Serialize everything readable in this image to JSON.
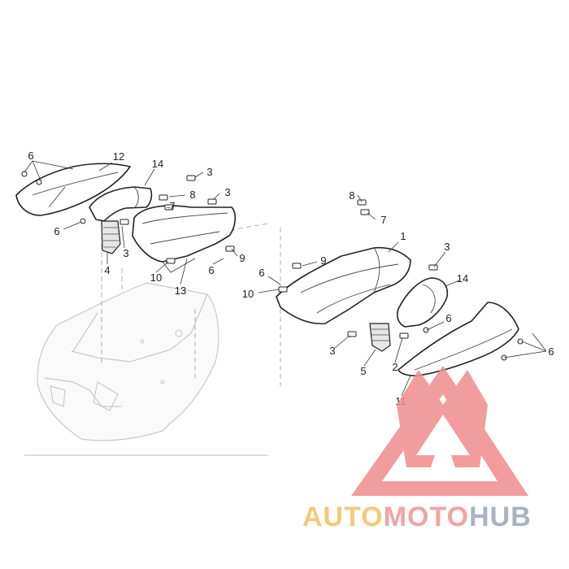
{
  "diagram": {
    "callouts": [
      "6",
      "12",
      "14",
      "3",
      "8",
      "7",
      "3",
      "6",
      "3",
      "4",
      "10",
      "13",
      "9",
      "6",
      "8",
      "7",
      "1",
      "3",
      "9",
      "6",
      "10",
      "14",
      "3",
      "6",
      "5",
      "2",
      "6",
      "11"
    ]
  },
  "watermark": {
    "text_part1": "AUTO",
    "text_part2": "MOTO",
    "text_part3": "HUB",
    "colors": {
      "auto": "#f6c879",
      "moto": "#f2a3a3",
      "hub": "#a8b3c4",
      "logo": "#f08c8c"
    }
  }
}
